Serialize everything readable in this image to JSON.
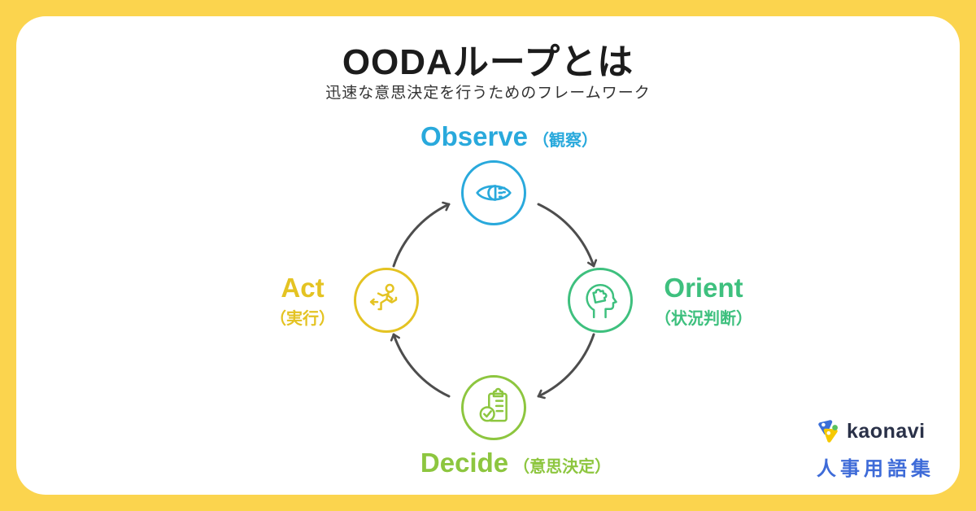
{
  "canvas": {
    "background": "#fbd44e",
    "card": "#ffffff"
  },
  "header": {
    "title": "OODAループとは",
    "subtitle": "迅速な意思決定を行うためのフレームワーク",
    "title_color": "#1c1c1c",
    "subtitle_color": "#333333"
  },
  "diagram": {
    "type": "cycle",
    "direction": "clockwise",
    "arrow_color": "#4d4d4d",
    "nodes": [
      {
        "id": "observe",
        "en": "Observe",
        "jp": "（観察）",
        "color": "#29a9dc",
        "icon": "eye-icon",
        "position": "top"
      },
      {
        "id": "orient",
        "en": "Orient",
        "jp": "（状況判断）",
        "color": "#3ec07e",
        "icon": "head-puzzle-icon",
        "position": "right"
      },
      {
        "id": "decide",
        "en": "Decide",
        "jp": "（意思決定）",
        "color": "#8dc63f",
        "icon": "clipboard-check-icon",
        "position": "bottom"
      },
      {
        "id": "act",
        "en": "Act",
        "jp": "（実行）",
        "color": "#e4c322",
        "icon": "runner-icon",
        "position": "left"
      }
    ]
  },
  "footer": {
    "brand": "kaonavi",
    "series": "人事用語集",
    "brand_text_color": "#2a3148",
    "series_color": "#3e6bd8",
    "logo_colors": {
      "blue": "#3b6fd8",
      "yellow": "#f6c900",
      "green": "#58c15f"
    }
  }
}
